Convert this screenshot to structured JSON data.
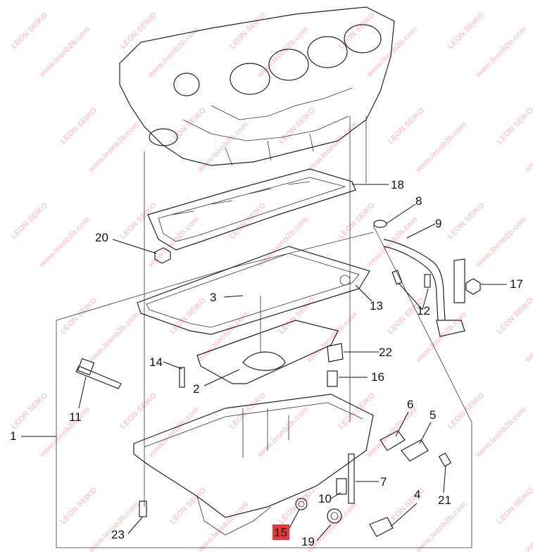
{
  "diagram": {
    "callouts": [
      {
        "id": "1",
        "label": "1"
      },
      {
        "id": "2",
        "label": "2"
      },
      {
        "id": "3",
        "label": "3"
      },
      {
        "id": "4",
        "label": "4"
      },
      {
        "id": "5",
        "label": "5"
      },
      {
        "id": "6",
        "label": "6"
      },
      {
        "id": "7",
        "label": "7"
      },
      {
        "id": "8",
        "label": "8"
      },
      {
        "id": "9",
        "label": "9"
      },
      {
        "id": "10",
        "label": "10"
      },
      {
        "id": "11",
        "label": "11"
      },
      {
        "id": "12",
        "label": "12"
      },
      {
        "id": "13",
        "label": "13"
      },
      {
        "id": "14",
        "label": "14"
      },
      {
        "id": "15",
        "label": "15",
        "highlighted": true
      },
      {
        "id": "16",
        "label": "16"
      },
      {
        "id": "17",
        "label": "17"
      },
      {
        "id": "18",
        "label": "18"
      },
      {
        "id": "19",
        "label": "19"
      },
      {
        "id": "20",
        "label": "20"
      },
      {
        "id": "21",
        "label": "21"
      },
      {
        "id": "22",
        "label": "22"
      },
      {
        "id": "23",
        "label": "23"
      }
    ],
    "highlight_color": "#e8373a",
    "watermark": {
      "brand": "LEON SEIKO",
      "url": "www.leonb2b.com",
      "color": "#f3a0a8"
    }
  }
}
